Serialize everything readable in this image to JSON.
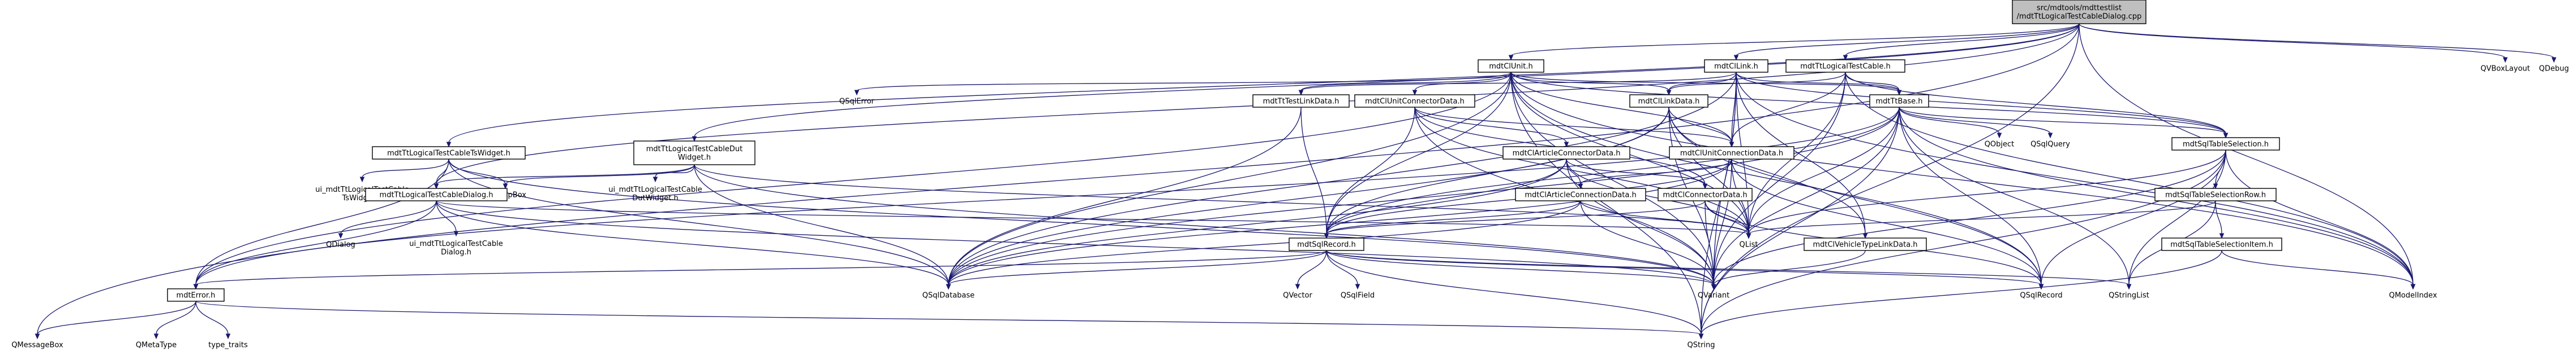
{
  "diagram_type": "include dependency graph",
  "colors": {
    "edge": "#191970",
    "root_fill": "#bfbfbf",
    "box_fill": "#ffffff",
    "text": "#000000"
  },
  "nodes": [
    {
      "id": "root",
      "kind": "root",
      "lines": [
        "src/mdtools/mdttestlist",
        "/mdtTtLogicalTestCableDialog.cpp"
      ]
    },
    {
      "id": "QVBoxLayout",
      "kind": "ext",
      "lines": [
        "QVBoxLayout"
      ]
    },
    {
      "id": "QDebug",
      "kind": "ext",
      "lines": [
        "QDebug"
      ]
    },
    {
      "id": "mdtClUnit",
      "kind": "doc",
      "lines": [
        "mdtClUnit.h"
      ]
    },
    {
      "id": "mdtClLink",
      "kind": "doc",
      "lines": [
        "mdtClLink.h"
      ]
    },
    {
      "id": "mdtTtLogicalTestCable",
      "kind": "doc",
      "lines": [
        "mdtTtLogicalTestCable.h"
      ]
    },
    {
      "id": "QSqlError",
      "kind": "ext",
      "lines": [
        "QSqlError"
      ]
    },
    {
      "id": "mdtTtTestLinkData",
      "kind": "doc",
      "lines": [
        "mdtTtTestLinkData.h"
      ]
    },
    {
      "id": "mdtClUnitConnectorData",
      "kind": "doc",
      "lines": [
        "mdtClUnitConnectorData.h"
      ]
    },
    {
      "id": "mdtClLinkData",
      "kind": "doc",
      "lines": [
        "mdtClLinkData.h"
      ]
    },
    {
      "id": "mdtTtBase",
      "kind": "doc",
      "lines": [
        "mdtTtBase.h"
      ]
    },
    {
      "id": "QObject",
      "kind": "ext",
      "lines": [
        "QObject"
      ]
    },
    {
      "id": "QSqlQuery",
      "kind": "ext",
      "lines": [
        "QSqlQuery"
      ]
    },
    {
      "id": "mdtSqlTableSelection",
      "kind": "doc",
      "lines": [
        "mdtSqlTableSelection.h"
      ]
    },
    {
      "id": "mdtTtLogicalTestCableTsWidget",
      "kind": "doc",
      "lines": [
        "mdtTtLogicalTestCableTsWidget.h"
      ]
    },
    {
      "id": "mdtTtLogicalTestCableDutWidget",
      "kind": "doc",
      "lines": [
        "mdtTtLogicalTestCableDut",
        "Widget.h"
      ]
    },
    {
      "id": "mdtClArticleConnectorData",
      "kind": "doc",
      "lines": [
        "mdtClArticleConnectorData.h"
      ]
    },
    {
      "id": "mdtClUnitConnectionData",
      "kind": "doc",
      "lines": [
        "mdtClUnitConnectionData.h"
      ]
    },
    {
      "id": "ui_TsWidget",
      "kind": "ext",
      "lines": [
        "ui_mdtTtLogicalTestCable",
        "TsWidget.h"
      ]
    },
    {
      "id": "QGroupBox",
      "kind": "ext",
      "lines": [
        "QGroupBox"
      ]
    },
    {
      "id": "ui_DutWidget",
      "kind": "ext",
      "lines": [
        "ui_mdtTtLogicalTestCable",
        "DutWidget.h"
      ]
    },
    {
      "id": "mdtTtLogicalTestCableDialog",
      "kind": "doc",
      "lines": [
        "mdtTtLogicalTestCableDialog.h"
      ]
    },
    {
      "id": "mdtClArticleConnectionData",
      "kind": "doc",
      "lines": [
        "mdtClArticleConnectionData.h"
      ]
    },
    {
      "id": "mdtClConnectorData",
      "kind": "doc",
      "lines": [
        "mdtClConnectorData.h"
      ]
    },
    {
      "id": "mdtSqlTableSelectionRow",
      "kind": "doc",
      "lines": [
        "mdtSqlTableSelectionRow.h"
      ]
    },
    {
      "id": "QList",
      "kind": "ext",
      "lines": [
        "QList"
      ]
    },
    {
      "id": "QDialog",
      "kind": "ext",
      "lines": [
        "QDialog"
      ]
    },
    {
      "id": "ui_Dialog",
      "kind": "ext",
      "lines": [
        "ui_mdtTtLogicalTestCable",
        "Dialog.h"
      ]
    },
    {
      "id": "mdtSqlRecord",
      "kind": "doc",
      "lines": [
        "mdtSqlRecord.h"
      ]
    },
    {
      "id": "mdtClVehicleTypeLinkData",
      "kind": "doc",
      "lines": [
        "mdtClVehicleTypeLinkData.h"
      ]
    },
    {
      "id": "mdtSqlTableSelectionItem",
      "kind": "doc",
      "lines": [
        "mdtSqlTableSelectionItem.h"
      ]
    },
    {
      "id": "mdtError",
      "kind": "doc",
      "lines": [
        "mdtError.h"
      ]
    },
    {
      "id": "QVector",
      "kind": "ext",
      "lines": [
        "QVector"
      ]
    },
    {
      "id": "QSqlField",
      "kind": "ext",
      "lines": [
        "QSqlField"
      ]
    },
    {
      "id": "QSqlDatabase",
      "kind": "ext",
      "lines": [
        "QSqlDatabase"
      ]
    },
    {
      "id": "QVariant",
      "kind": "ext",
      "lines": [
        "QVariant"
      ]
    },
    {
      "id": "QSqlRecord",
      "kind": "ext",
      "lines": [
        "QSqlRecord"
      ]
    },
    {
      "id": "QStringList",
      "kind": "ext",
      "lines": [
        "QStringList"
      ]
    },
    {
      "id": "QModelIndex",
      "kind": "ext",
      "lines": [
        "QModelIndex"
      ]
    },
    {
      "id": "QMessageBox",
      "kind": "ext",
      "lines": [
        "QMessageBox"
      ]
    },
    {
      "id": "QMetaType",
      "kind": "ext",
      "lines": [
        "QMetaType"
      ]
    },
    {
      "id": "type_traits",
      "kind": "ext",
      "lines": [
        "type_traits"
      ]
    },
    {
      "id": "QString",
      "kind": "ext",
      "lines": [
        "QString"
      ]
    }
  ],
  "edges": [
    [
      "root",
      "QVBoxLayout"
    ],
    [
      "root",
      "QDebug"
    ],
    [
      "root",
      "mdtClUnit"
    ],
    [
      "root",
      "mdtClLink"
    ],
    [
      "root",
      "mdtTtLogicalTestCable"
    ],
    [
      "root",
      "mdtTtLogicalTestCableTsWidget"
    ],
    [
      "root",
      "mdtTtLogicalTestCableDutWidget"
    ],
    [
      "root",
      "mdtTtLogicalTestCableDialog"
    ],
    [
      "root",
      "QMessageBox"
    ],
    [
      "root",
      "QString"
    ],
    [
      "root",
      "QModelIndex"
    ],
    [
      "mdtClUnit",
      "QSqlError"
    ],
    [
      "mdtClUnit",
      "mdtTtTestLinkData"
    ],
    [
      "mdtClUnit",
      "mdtClUnitConnectorData"
    ],
    [
      "mdtClUnit",
      "mdtClLinkData"
    ],
    [
      "mdtClUnit",
      "mdtTtBase"
    ],
    [
      "mdtClUnit",
      "mdtClUnitConnectionData"
    ],
    [
      "mdtClUnit",
      "mdtSqlTableSelection"
    ],
    [
      "mdtClUnit",
      "mdtSqlRecord"
    ],
    [
      "mdtClUnit",
      "mdtError"
    ],
    [
      "mdtClUnit",
      "QList"
    ],
    [
      "mdtClUnit",
      "QSqlDatabase"
    ],
    [
      "mdtClUnit",
      "QVariant"
    ],
    [
      "mdtClUnit",
      "QSqlRecord"
    ],
    [
      "mdtClUnit",
      "QModelIndex"
    ],
    [
      "mdtClUnit",
      "QString"
    ],
    [
      "mdtClLink",
      "mdtTtTestLinkData"
    ],
    [
      "mdtClLink",
      "mdtClLinkData"
    ],
    [
      "mdtClLink",
      "mdtTtBase"
    ],
    [
      "mdtClLink",
      "mdtClUnitConnectionData"
    ],
    [
      "mdtClLink",
      "mdtSqlTableSelection"
    ],
    [
      "mdtClLink",
      "QList"
    ],
    [
      "mdtClLink",
      "QVariant"
    ],
    [
      "mdtClLink",
      "QSqlDatabase"
    ],
    [
      "mdtClLink",
      "QModelIndex"
    ],
    [
      "mdtClLink",
      "QString"
    ],
    [
      "mdtClLink",
      "mdtClVehicleTypeLinkData"
    ],
    [
      "mdtTtLogicalTestCable",
      "mdtTtBase"
    ],
    [
      "mdtTtLogicalTestCable",
      "mdtSqlTableSelection"
    ],
    [
      "mdtTtLogicalTestCable",
      "mdtClLinkData"
    ],
    [
      "mdtTtLogicalTestCable",
      "mdtClUnitConnectionData"
    ],
    [
      "mdtTtLogicalTestCable",
      "QVariant"
    ],
    [
      "mdtTtLogicalTestCable",
      "QList"
    ],
    [
      "mdtTtLogicalTestCable",
      "QModelIndex"
    ],
    [
      "mdtTtTestLinkData",
      "mdtSqlRecord"
    ],
    [
      "mdtTtTestLinkData",
      "QSqlDatabase"
    ],
    [
      "mdtClUnitConnectorData",
      "mdtClArticleConnectorData"
    ],
    [
      "mdtClUnitConnectorData",
      "mdtClUnitConnectionData"
    ],
    [
      "mdtClUnitConnectorData",
      "mdtClConnectorData"
    ],
    [
      "mdtClUnitConnectorData",
      "mdtSqlRecord"
    ],
    [
      "mdtClUnitConnectorData",
      "QList"
    ],
    [
      "mdtClUnitConnectorData",
      "QVariant"
    ],
    [
      "mdtClLinkData",
      "mdtClUnitConnectionData"
    ],
    [
      "mdtClLinkData",
      "mdtSqlRecord"
    ],
    [
      "mdtClLinkData",
      "mdtClVehicleTypeLinkData"
    ],
    [
      "mdtClLinkData",
      "QList"
    ],
    [
      "mdtClLinkData",
      "QVariant"
    ],
    [
      "mdtClLinkData",
      "QSqlDatabase"
    ],
    [
      "mdtClLinkData",
      "QSqlRecord"
    ],
    [
      "mdtTtBase",
      "QObject"
    ],
    [
      "mdtTtBase",
      "QSqlQuery"
    ],
    [
      "mdtTtBase",
      "mdtSqlTableSelection"
    ],
    [
      "mdtTtBase",
      "mdtSqlRecord"
    ],
    [
      "mdtTtBase",
      "mdtError"
    ],
    [
      "mdtTtBase",
      "QSqlDatabase"
    ],
    [
      "mdtTtBase",
      "QList"
    ],
    [
      "mdtTtBase",
      "QVariant"
    ],
    [
      "mdtTtBase",
      "QSqlRecord"
    ],
    [
      "mdtTtBase",
      "QStringList"
    ],
    [
      "mdtTtBase",
      "QModelIndex"
    ],
    [
      "mdtTtBase",
      "QString"
    ],
    [
      "mdtSqlTableSelection",
      "mdtSqlTableSelectionRow"
    ],
    [
      "mdtSqlTableSelection",
      "QList"
    ],
    [
      "mdtSqlTableSelection",
      "QVariant"
    ],
    [
      "mdtSqlTableSelection",
      "QStringList"
    ],
    [
      "mdtSqlTableSelection",
      "QModelIndex"
    ],
    [
      "mdtSqlTableSelection",
      "QString"
    ],
    [
      "mdtSqlTableSelection",
      "QSqlRecord"
    ],
    [
      "mdtTtLogicalTestCableTsWidget",
      "ui_TsWidget"
    ],
    [
      "mdtTtLogicalTestCableTsWidget",
      "QGroupBox"
    ],
    [
      "mdtTtLogicalTestCableTsWidget",
      "mdtTtLogicalTestCableDialog"
    ],
    [
      "mdtTtLogicalTestCableTsWidget",
      "QSqlDatabase"
    ],
    [
      "mdtTtLogicalTestCableTsWidget",
      "QVariant"
    ],
    [
      "mdtTtLogicalTestCableTsWidget",
      "mdtError"
    ],
    [
      "mdtTtLogicalTestCableDutWidget",
      "ui_DutWidget"
    ],
    [
      "mdtTtLogicalTestCableDutWidget",
      "QGroupBox"
    ],
    [
      "mdtTtLogicalTestCableDutWidget",
      "mdtTtLogicalTestCableDialog"
    ],
    [
      "mdtTtLogicalTestCableDutWidget",
      "QSqlDatabase"
    ],
    [
      "mdtTtLogicalTestCableDutWidget",
      "QVariant"
    ],
    [
      "mdtTtLogicalTestCableDutWidget",
      "QList"
    ],
    [
      "mdtClArticleConnectorData",
      "mdtClArticleConnectionData"
    ],
    [
      "mdtClArticleConnectorData",
      "mdtClConnectorData"
    ],
    [
      "mdtClArticleConnectorData",
      "mdtSqlRecord"
    ],
    [
      "mdtClArticleConnectorData",
      "QList"
    ],
    [
      "mdtClArticleConnectorData",
      "QVariant"
    ],
    [
      "mdtClArticleConnectorData",
      "QSqlDatabase"
    ],
    [
      "mdtClUnitConnectionData",
      "mdtClArticleConnectionData"
    ],
    [
      "mdtClUnitConnectionData",
      "mdtSqlRecord"
    ],
    [
      "mdtClUnitConnectionData",
      "QList"
    ],
    [
      "mdtClUnitConnectionData",
      "QVariant"
    ],
    [
      "mdtClUnitConnectionData",
      "QSqlDatabase"
    ],
    [
      "mdtClUnitConnectionData",
      "QSqlRecord"
    ],
    [
      "mdtTtLogicalTestCableDialog",
      "QDialog"
    ],
    [
      "mdtTtLogicalTestCableDialog",
      "ui_Dialog"
    ],
    [
      "mdtTtLogicalTestCableDialog",
      "mdtError"
    ],
    [
      "mdtTtLogicalTestCableDialog",
      "QSqlDatabase"
    ],
    [
      "mdtTtLogicalTestCableDialog",
      "QList"
    ],
    [
      "mdtTtLogicalTestCableDialog",
      "QVariant"
    ],
    [
      "mdtClArticleConnectionData",
      "mdtSqlRecord"
    ],
    [
      "mdtClArticleConnectionData",
      "QList"
    ],
    [
      "mdtClArticleConnectionData",
      "QVariant"
    ],
    [
      "mdtClArticleConnectionData",
      "QSqlDatabase"
    ],
    [
      "mdtClConnectorData",
      "mdtSqlRecord"
    ],
    [
      "mdtClConnectorData",
      "QList"
    ],
    [
      "mdtClConnectorData",
      "QVariant"
    ],
    [
      "mdtClConnectorData",
      "QSqlRecord"
    ],
    [
      "mdtSqlTableSelectionRow",
      "mdtSqlTableSelectionItem"
    ],
    [
      "mdtSqlTableSelectionRow",
      "QList"
    ],
    [
      "mdtSqlTableSelectionRow",
      "QStringList"
    ],
    [
      "mdtSqlTableSelectionItem",
      "QModelIndex"
    ],
    [
      "mdtSqlTableSelectionItem",
      "QString"
    ],
    [
      "mdtSqlRecord",
      "mdtError"
    ],
    [
      "mdtSqlRecord",
      "QVector"
    ],
    [
      "mdtSqlRecord",
      "QSqlField"
    ],
    [
      "mdtSqlRecord",
      "QSqlDatabase"
    ],
    [
      "mdtSqlRecord",
      "QVariant"
    ],
    [
      "mdtSqlRecord",
      "QSqlRecord"
    ],
    [
      "mdtSqlRecord",
      "QStringList"
    ],
    [
      "mdtSqlRecord",
      "QString"
    ],
    [
      "mdtClVehicleTypeLinkData",
      "QVariant"
    ],
    [
      "mdtError",
      "QMessageBox"
    ],
    [
      "mdtError",
      "QMetaType"
    ],
    [
      "mdtError",
      "type_traits"
    ],
    [
      "mdtError",
      "QString"
    ]
  ]
}
